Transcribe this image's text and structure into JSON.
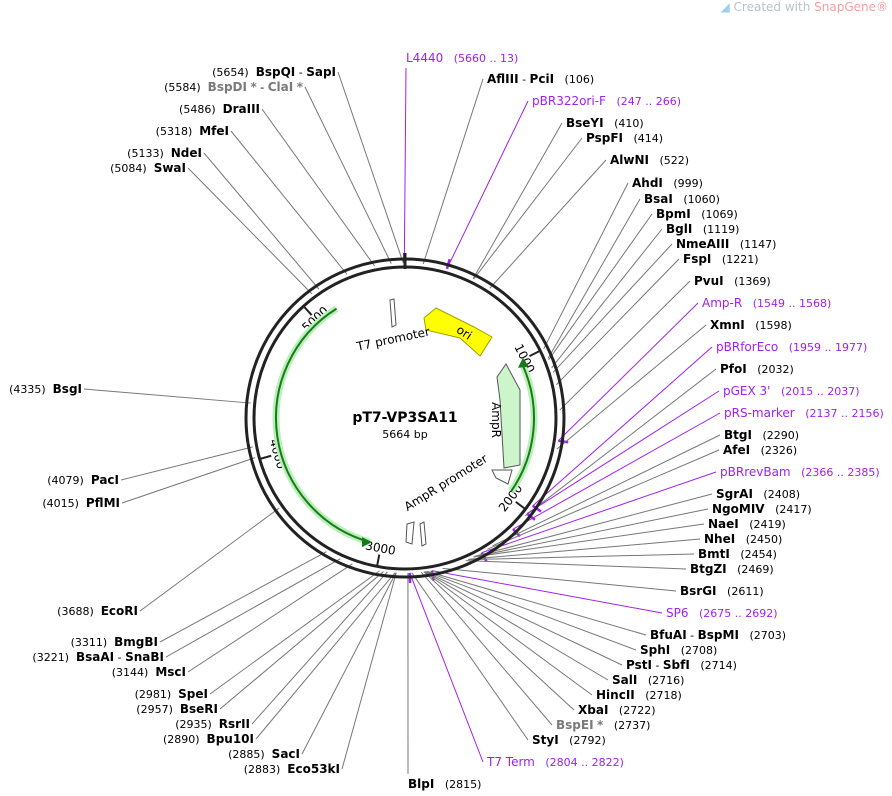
{
  "watermark": {
    "prefix": "Created with ",
    "brand": "SnapGene",
    "mark": "®"
  },
  "plasmid": {
    "name": "pT7-VP3SA11",
    "size_label": "5664 bp",
    "length": 5664
  },
  "ticks": [
    "1000",
    "2000",
    "3000",
    "4000",
    "5000"
  ],
  "features": [
    {
      "name": "ori",
      "color": "#ffff00",
      "stroke": "#a0a000"
    },
    {
      "name": "AmpR",
      "color": "#ccf5cc",
      "stroke": "#555555"
    },
    {
      "name": "T7 promoter",
      "color": "#ffffff",
      "stroke": "#555555"
    },
    {
      "name": "AmpR promoter",
      "color": "#ffffff",
      "stroke": "#555555"
    }
  ],
  "sites": [
    {
      "name": "L4440",
      "pos": "(5660 .. 13)",
      "type": "primer",
      "side": "top"
    },
    {
      "name": "AflIII",
      "name2": "PciI",
      "pos": "(106)",
      "type": "enzyme",
      "side": "right"
    },
    {
      "name": "pBR322ori-F",
      "pos": "(247 .. 266)",
      "type": "primer",
      "side": "right"
    },
    {
      "name": "BseYI",
      "pos": "(410)",
      "type": "enzyme",
      "side": "right"
    },
    {
      "name": "PspFI",
      "pos": "(414)",
      "type": "enzyme",
      "side": "right"
    },
    {
      "name": "AlwNI",
      "pos": "(522)",
      "type": "enzyme",
      "side": "right"
    },
    {
      "name": "AhdI",
      "pos": "(999)",
      "type": "enzyme",
      "side": "right"
    },
    {
      "name": "BsaI",
      "pos": "(1060)",
      "type": "enzyme",
      "side": "right"
    },
    {
      "name": "BpmI",
      "pos": "(1069)",
      "type": "enzyme",
      "side": "right"
    },
    {
      "name": "BglI",
      "pos": "(1119)",
      "type": "enzyme",
      "side": "right"
    },
    {
      "name": "NmeAIII",
      "pos": "(1147)",
      "type": "enzyme",
      "side": "right"
    },
    {
      "name": "FspI",
      "pos": "(1221)",
      "type": "enzyme",
      "side": "right"
    },
    {
      "name": "PvuI",
      "pos": "(1369)",
      "type": "enzyme",
      "side": "right"
    },
    {
      "name": "Amp-R",
      "pos": "(1549 .. 1568)",
      "type": "primer",
      "side": "right"
    },
    {
      "name": "XmnI",
      "pos": "(1598)",
      "type": "enzyme",
      "side": "right"
    },
    {
      "name": "pBRforEco",
      "pos": "(1959 .. 1977)",
      "type": "primer",
      "side": "right"
    },
    {
      "name": "PfoI",
      "pos": "(2032)",
      "type": "enzyme",
      "side": "right"
    },
    {
      "name": "pGEX 3'",
      "pos": "(2015 .. 2037)",
      "type": "primer",
      "side": "right"
    },
    {
      "name": "pRS-marker",
      "pos": "(2137 .. 2156)",
      "type": "primer",
      "side": "right"
    },
    {
      "name": "BtgI",
      "pos": "(2290)",
      "type": "enzyme",
      "side": "right"
    },
    {
      "name": "AfeI",
      "pos": "(2326)",
      "type": "enzyme",
      "side": "right"
    },
    {
      "name": "pBRrevBam",
      "pos": "(2366 .. 2385)",
      "type": "primer",
      "side": "right"
    },
    {
      "name": "SgrAI",
      "pos": "(2408)",
      "type": "enzyme",
      "side": "right"
    },
    {
      "name": "NgoMIV",
      "pos": "(2417)",
      "type": "enzyme",
      "side": "right"
    },
    {
      "name": "NaeI",
      "pos": "(2419)",
      "type": "enzyme",
      "side": "right"
    },
    {
      "name": "NheI",
      "pos": "(2450)",
      "type": "enzyme",
      "side": "right"
    },
    {
      "name": "BmtI",
      "pos": "(2454)",
      "type": "enzyme",
      "side": "right"
    },
    {
      "name": "BtgZI",
      "pos": "(2469)",
      "type": "enzyme",
      "side": "right"
    },
    {
      "name": "BsrGI",
      "pos": "(2611)",
      "type": "enzyme",
      "side": "right"
    },
    {
      "name": "SP6",
      "pos": "(2675 .. 2692)",
      "type": "primer",
      "side": "right"
    },
    {
      "name": "BfuAI",
      "name2": "BspMI",
      "pos": "(2703)",
      "type": "enzyme",
      "side": "right"
    },
    {
      "name": "SphI",
      "pos": "(2708)",
      "type": "enzyme",
      "side": "right"
    },
    {
      "name": "PstI",
      "name2": "SbfI",
      "pos": "(2714)",
      "type": "enzyme",
      "side": "right"
    },
    {
      "name": "SalI",
      "pos": "(2716)",
      "type": "enzyme",
      "side": "right"
    },
    {
      "name": "HincII",
      "pos": "(2718)",
      "type": "enzyme",
      "side": "right"
    },
    {
      "name": "XbaI",
      "pos": "(2722)",
      "type": "enzyme",
      "side": "right"
    },
    {
      "name": "BspEI",
      "star": "*",
      "pos": "(2737)",
      "type": "enzyme-grey",
      "side": "right"
    },
    {
      "name": "StyI",
      "pos": "(2792)",
      "type": "enzyme",
      "side": "right"
    },
    {
      "name": "T7 Term",
      "pos": "(2804 .. 2822)",
      "type": "primer",
      "side": "right"
    },
    {
      "name": "BlpI",
      "pos": "(2815)",
      "type": "enzyme",
      "side": "right"
    },
    {
      "name": "Eco53kI",
      "pos": "(2883)",
      "type": "enzyme",
      "side": "left"
    },
    {
      "name": "SacI",
      "pos": "(2885)",
      "type": "enzyme",
      "side": "left"
    },
    {
      "name": "Bpu10I",
      "pos": "(2890)",
      "type": "enzyme",
      "side": "left"
    },
    {
      "name": "RsrII",
      "pos": "(2935)",
      "type": "enzyme",
      "side": "left"
    },
    {
      "name": "BseRI",
      "pos": "(2957)",
      "type": "enzyme",
      "side": "left"
    },
    {
      "name": "SpeI",
      "pos": "(2981)",
      "type": "enzyme",
      "side": "left"
    },
    {
      "name": "MscI",
      "pos": "(3144)",
      "type": "enzyme",
      "side": "left"
    },
    {
      "name": "BsaAI",
      "name2": "SnaBI",
      "pos": "(3221)",
      "type": "enzyme",
      "side": "left"
    },
    {
      "name": "BmgBI",
      "pos": "(3311)",
      "type": "enzyme",
      "side": "left"
    },
    {
      "name": "EcoRI",
      "pos": "(3688)",
      "type": "enzyme",
      "side": "left"
    },
    {
      "name": "PflMI",
      "pos": "(4015)",
      "type": "enzyme",
      "side": "left"
    },
    {
      "name": "PacI",
      "pos": "(4079)",
      "type": "enzyme",
      "side": "left"
    },
    {
      "name": "BsgI",
      "pos": "(4335)",
      "type": "enzyme",
      "side": "left"
    },
    {
      "name": "SwaI",
      "pos": "(5084)",
      "type": "enzyme",
      "side": "left"
    },
    {
      "name": "NdeI",
      "pos": "(5133)",
      "type": "enzyme",
      "side": "left"
    },
    {
      "name": "MfeI",
      "pos": "(5318)",
      "type": "enzyme",
      "side": "left"
    },
    {
      "name": "DraIII",
      "pos": "(5486)",
      "type": "enzyme",
      "side": "left"
    },
    {
      "name": "BspDI",
      "star": "*",
      "name2": "ClaI",
      "star2": "*",
      "pos": "(5584)",
      "type": "enzyme-grey",
      "side": "left"
    },
    {
      "name": "BspQI",
      "name2": "SapI",
      "pos": "(5654)",
      "type": "enzyme",
      "side": "left"
    }
  ]
}
